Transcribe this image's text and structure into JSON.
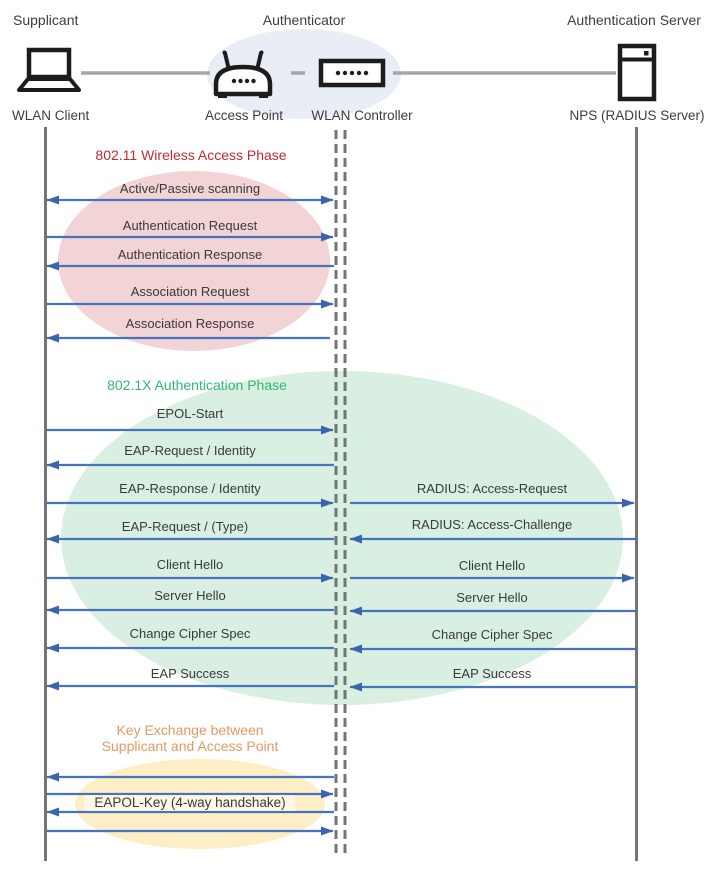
{
  "header": {
    "supplicant": {
      "role": "Supplicant",
      "device": "WLAN Client"
    },
    "authenticator": {
      "role": "Authenticator",
      "device_ap": "Access Point",
      "device_wlc": "WLAN Controller"
    },
    "auth_server": {
      "role": "Authentication Server",
      "device": "NPS (RADIUS Server)"
    }
  },
  "phase1": {
    "title": "802.11 Wireless Access Phase",
    "title_color": "#bf2b30",
    "ellipse_color": "#f2d3d6",
    "messages": [
      {
        "label": "Active/Passive scanning",
        "direction": "both"
      },
      {
        "label": "Authentication Request",
        "direction": "right"
      },
      {
        "label": "Authentication Response",
        "direction": "left"
      },
      {
        "label": "Association Request",
        "direction": "right"
      },
      {
        "label": "Association Response",
        "direction": "left"
      }
    ]
  },
  "phase2": {
    "title": "802.1X Authentication Phase",
    "title_color": "#2fb873",
    "ellipse_color": "#d9efe1",
    "messages_client": [
      {
        "label": "EPOL-Start",
        "direction": "right"
      },
      {
        "label": "EAP-Request / Identity",
        "direction": "left"
      },
      {
        "label": "EAP-Response / Identity",
        "direction": "right"
      },
      {
        "label": "EAP-Request / (Type)",
        "direction": "left"
      },
      {
        "label": "Client Hello",
        "direction": "right"
      },
      {
        "label": "Server Hello",
        "direction": "left"
      },
      {
        "label": "Change Cipher Spec",
        "direction": "left"
      },
      {
        "label": "EAP Success",
        "direction": "left"
      }
    ],
    "messages_server": [
      {
        "label": "RADIUS: Access-Request",
        "direction": "right"
      },
      {
        "label": "RADIUS: Access-Challenge",
        "direction": "left"
      },
      {
        "label": "Client Hello",
        "direction": "right"
      },
      {
        "label": "Server Hello",
        "direction": "left"
      },
      {
        "label": "Change Cipher Spec",
        "direction": "left"
      },
      {
        "label": "EAP Success",
        "direction": "left"
      }
    ]
  },
  "phase3": {
    "title_line1": "Key Exchange between",
    "title_line2": "Supplicant and Access Point",
    "title_color": "#e39963",
    "ellipse_color": "#fdeec5",
    "messages": [
      {
        "label": "EAPOL-Key (4-way handshake)",
        "arrows": [
          "left",
          "right",
          "left",
          "right"
        ]
      }
    ]
  },
  "colors": {
    "arrow": "#4573c0",
    "arrowhead": "#3a64ad",
    "lifeline": "#757575",
    "connector": "#a6a6a6",
    "authenticator_bg": "#e9edf6",
    "icon_ink": "#1c1c1c",
    "text": "#3a3a3a"
  }
}
